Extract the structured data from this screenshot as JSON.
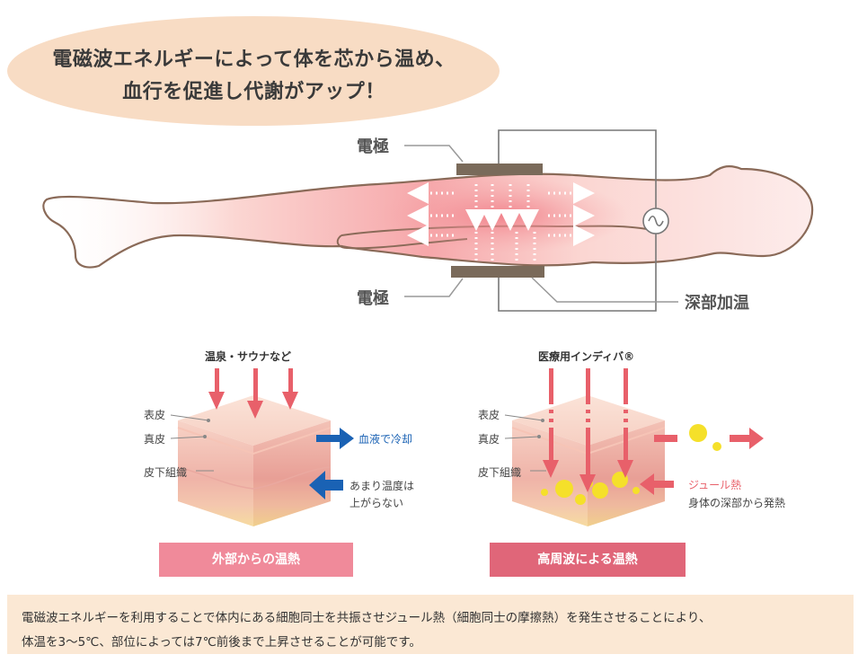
{
  "headline": {
    "line1": "電磁波エネルギーによって体を芯から温め、",
    "line2": "血行を促進し代謝がアップ！"
  },
  "body_diagram": {
    "electrode_top_label": "電極",
    "electrode_bottom_label": "電極",
    "deep_heating_label": "深部加温"
  },
  "left_panel": {
    "title": "温泉・サウナなど",
    "layer_epidermis": "表皮",
    "layer_dermis": "真皮",
    "layer_subcutaneous": "皮下組織",
    "blood_cooling": "血液で冷却",
    "temp_note_line1": "あまり温度は",
    "temp_note_line2": "上がらない",
    "banner": "外部からの温熱"
  },
  "right_panel": {
    "title": "医療用インディバ®",
    "layer_epidermis": "表皮",
    "layer_dermis": "真皮",
    "layer_subcutaneous": "皮下組織",
    "joule_heat": "ジュール熱",
    "joule_note": "身体の深部から発熱",
    "banner": "高周波による温熱"
  },
  "caption": {
    "line1": "電磁波エネルギーを利用することで体内にある細胞同士を共振させジュール熱（細胞同士の摩擦熱）を発生させることにより、",
    "line2": "体温を3〜5℃、部位によっては7℃前後まで上昇させることが可能です。"
  },
  "colors": {
    "bubble": "#f8dcc4",
    "body_outline": "#8a6a58",
    "heat_pink": "#f4a0a8",
    "arrow_red": "#e8606a",
    "arrow_blue": "#1a62b4",
    "joule_yellow": "#f5e02a",
    "caption_bg": "#fbe8d4"
  }
}
